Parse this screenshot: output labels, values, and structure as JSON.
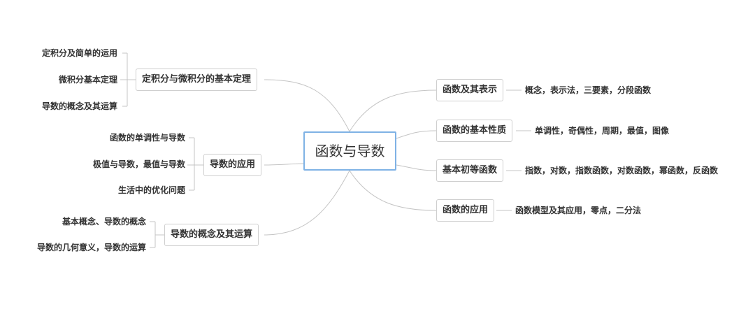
{
  "root": {
    "label": "函数与导数"
  },
  "left_branches": [
    {
      "label": "定积分与微积分的基本定理",
      "children": [
        "定积分及简单的运用",
        "微积分基本定理",
        "导数的概念及其运算"
      ]
    },
    {
      "label": "导数的应用",
      "children": [
        "函数的单调性与导数",
        "极值与导数，最值与导数",
        "生活中的优化问题"
      ]
    },
    {
      "label": "导数的概念及其运算",
      "children": [
        "基本概念、导数的概念",
        "导数的几何意义，导数的运算"
      ]
    }
  ],
  "right_branches": [
    {
      "label": "函数及其表示",
      "detail": "概念，表示法，三要素，分段函数"
    },
    {
      "label": "函数的基本性质",
      "detail": "单调性，奇偶性，周期，最值，图像"
    },
    {
      "label": "基本初等函数",
      "detail": "指数，对数，指数函数，对数函数，幂函数，反函数"
    },
    {
      "label": "函数的应用",
      "detail": "函数模型及其应用，零点，二分法"
    }
  ]
}
